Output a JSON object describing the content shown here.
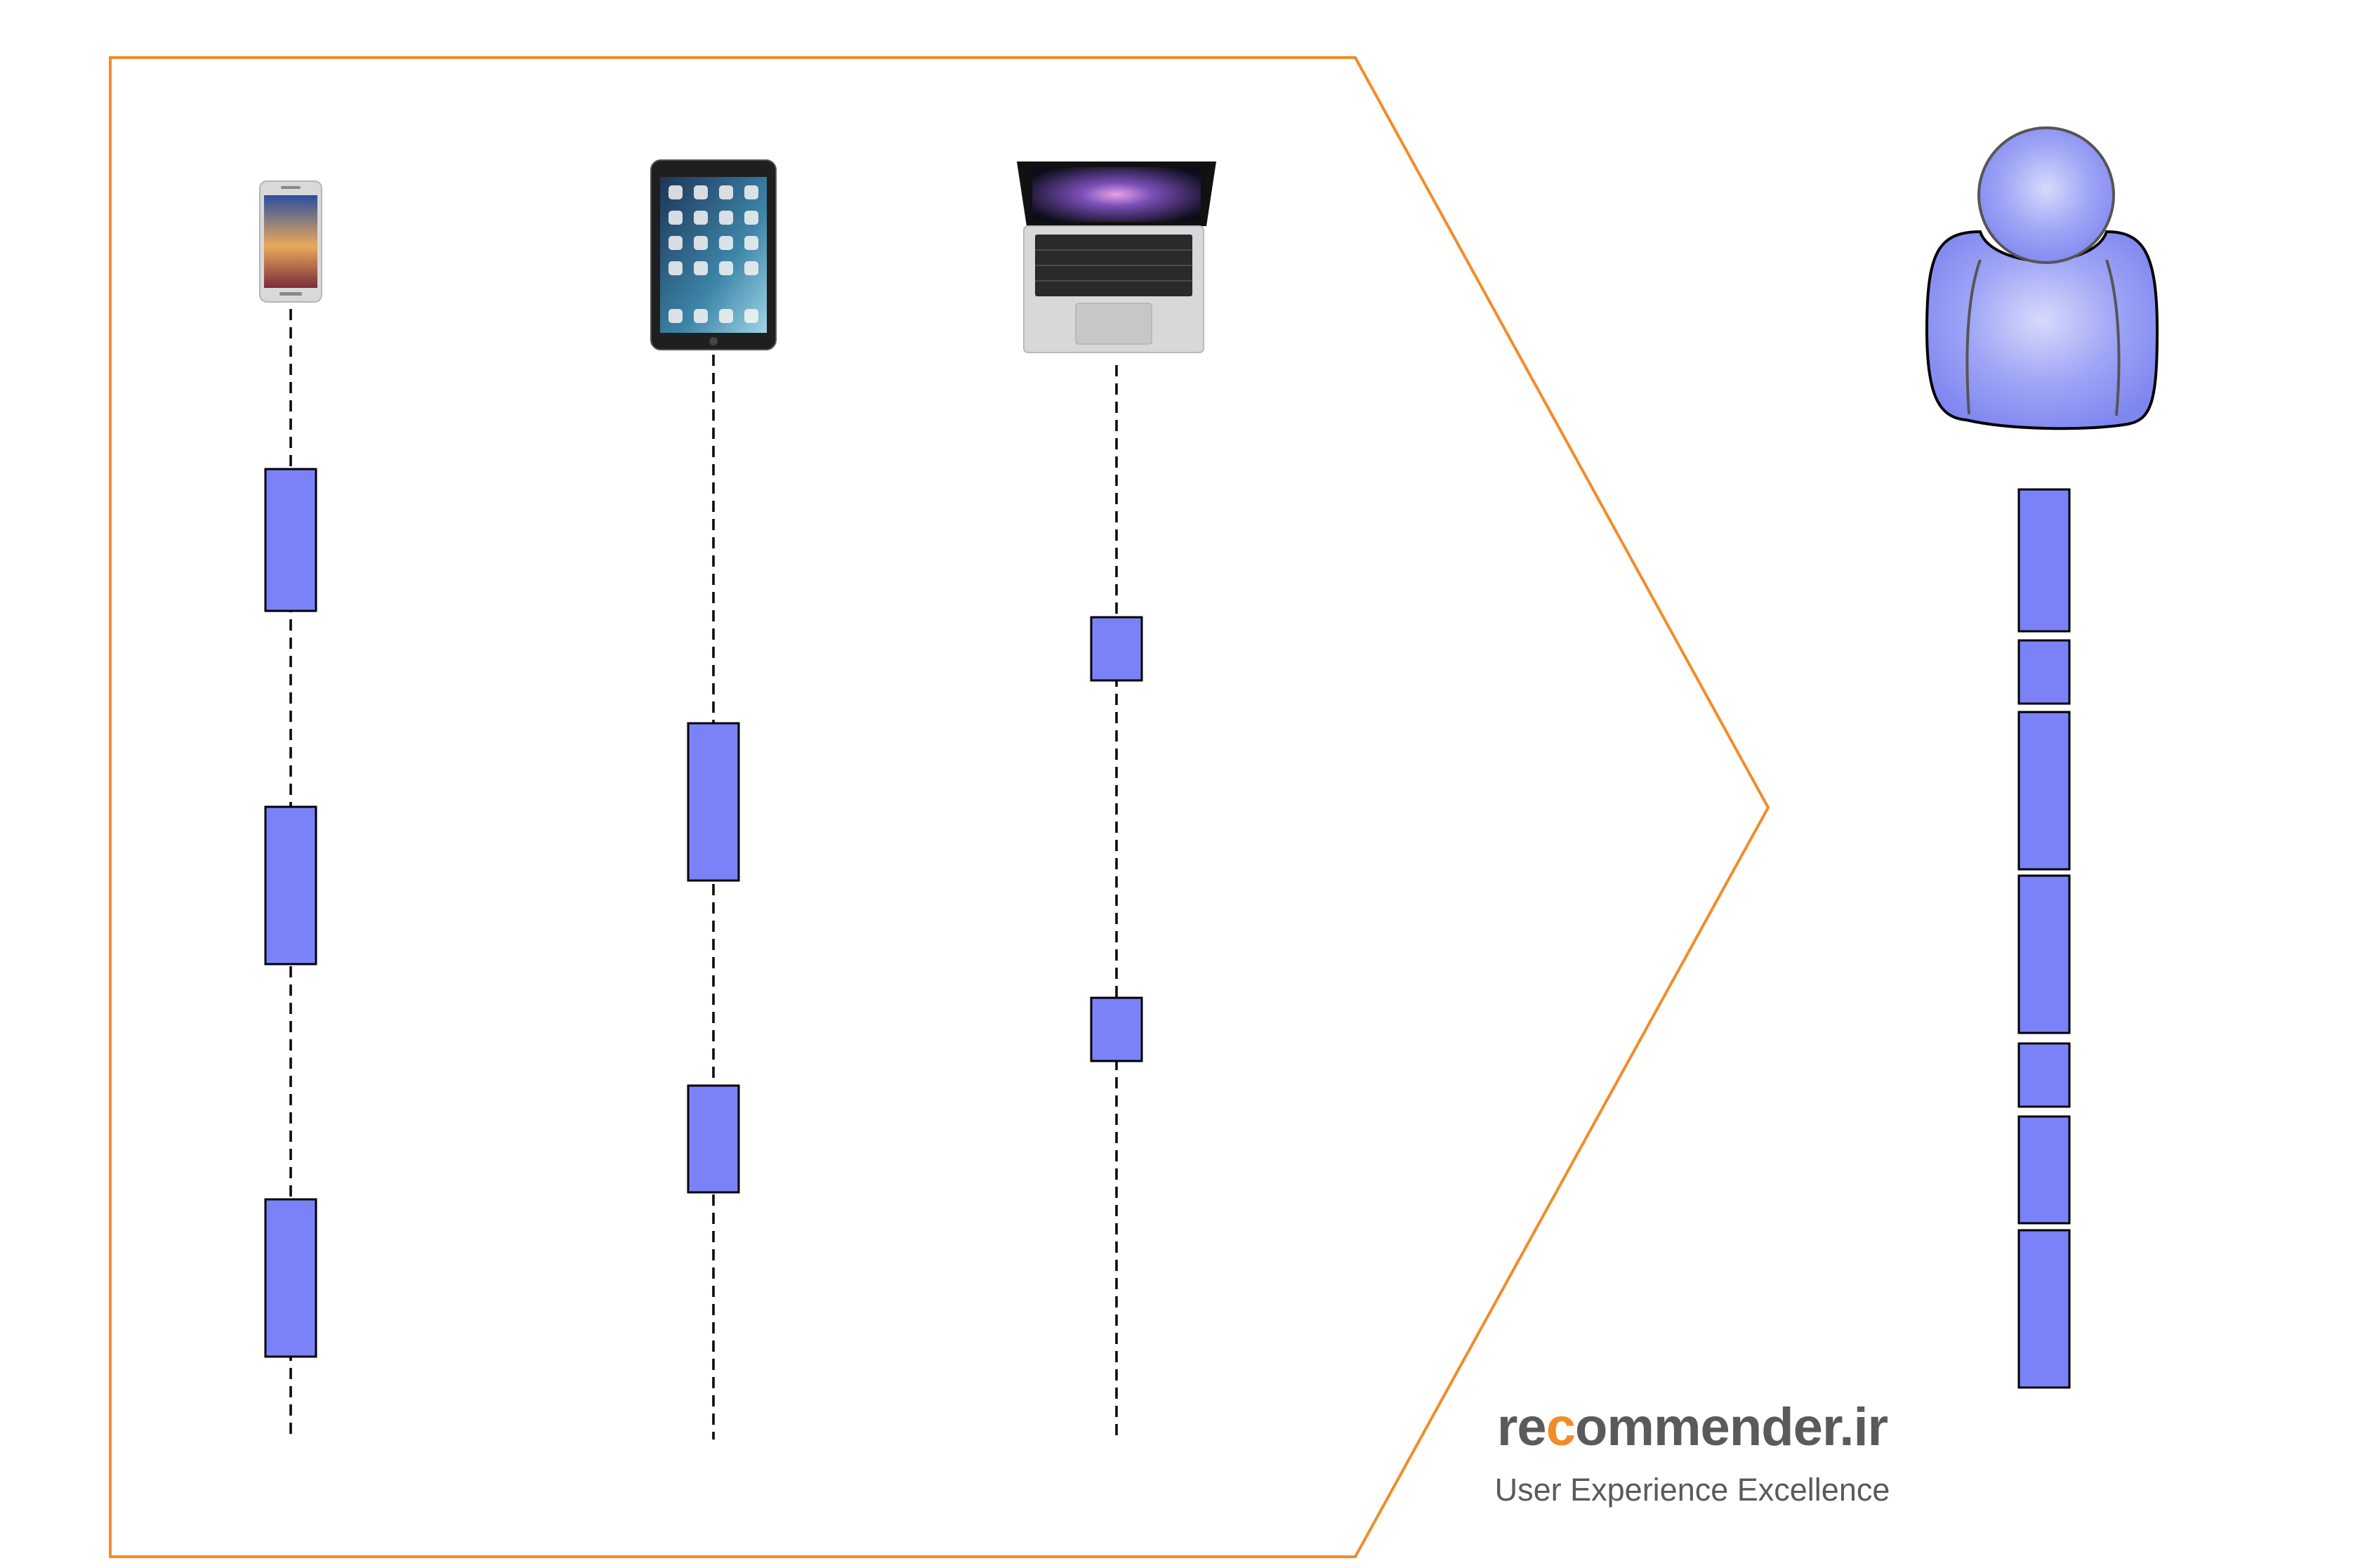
{
  "colors": {
    "frame": "#f28c28",
    "block_fill": "#7b82f7",
    "block_stroke": "#000000",
    "lifeline": "#000000",
    "user_fill": "#8e95f3",
    "brand_dark": "#5a5a5a",
    "brand_accent": "#f28c28"
  },
  "icons": {
    "phone": "smartphone-icon",
    "tablet": "tablet-icon",
    "laptop": "laptop-icon",
    "user": "user-icon"
  },
  "brand": {
    "name_part1": "re",
    "name_part2": "c",
    "name_part3": "ommender.ir",
    "tagline": "User Experience Excellence"
  }
}
